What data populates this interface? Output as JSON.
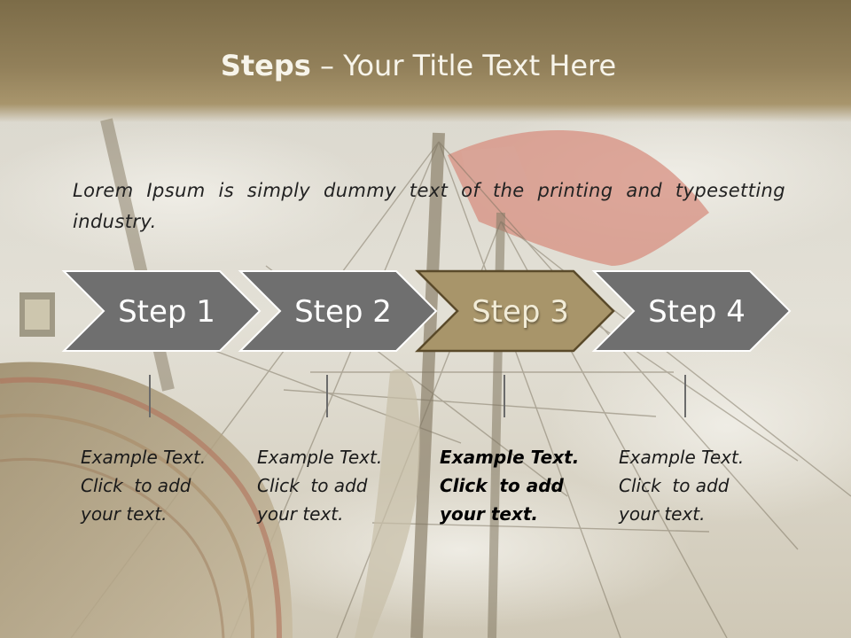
{
  "title": {
    "bold": "Steps",
    "rest": " – Your Title Text Here"
  },
  "intro": "Lorem Ipsum is simply dummy text of the printing and typesetting industry.",
  "steps": [
    {
      "label": "Step 1",
      "lines": [
        "Example Text.",
        "Click  to add",
        "your text."
      ],
      "active": false
    },
    {
      "label": "Step 2",
      "lines": [
        "Example Text.",
        "Click  to add",
        "your text."
      ],
      "active": false
    },
    {
      "label": "Step 3",
      "lines": [
        "Example Text.",
        "Click  to add",
        "your text."
      ],
      "active": true
    },
    {
      "label": "Step 4",
      "lines": [
        "Example Text.",
        "Click  to add",
        "your text."
      ],
      "active": false
    }
  ],
  "colors": {
    "title_bar": "#8c7a52",
    "step_default": "#6f6f6f",
    "step_active": "#a8956a",
    "step_border": "#ffffff",
    "step_active_border": "#5a4a2a"
  },
  "background": {
    "subject": "tall ship rigging with red ensign against cloudy sky"
  }
}
